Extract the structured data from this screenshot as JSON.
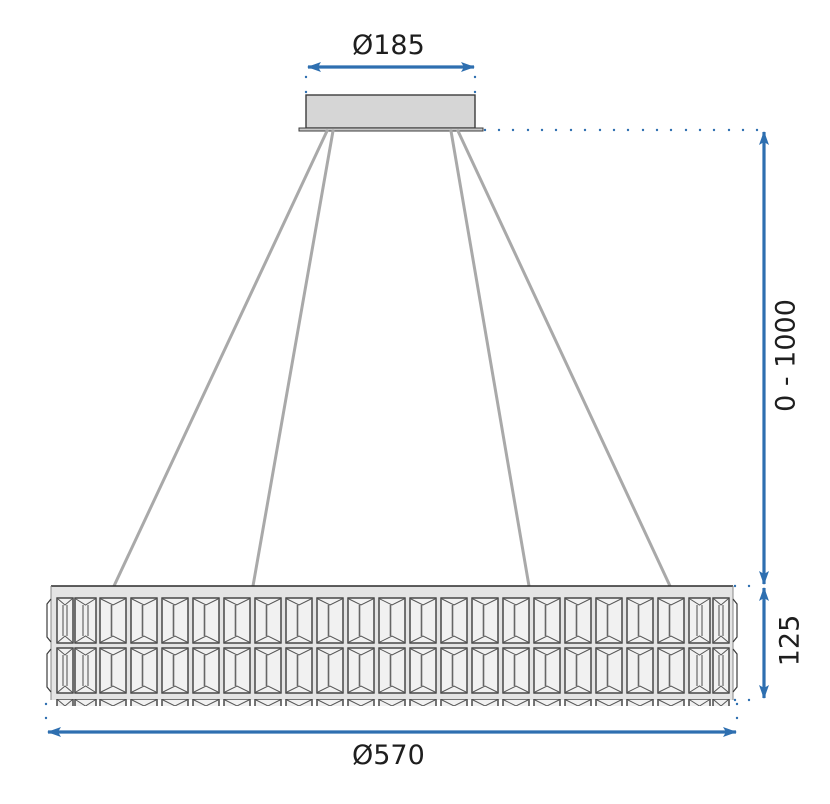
{
  "diagram": {
    "title": "Pendant lamp dimension drawing",
    "colors": {
      "dimension_line": "#2e6fb0",
      "outline": "#3c3c3c",
      "wire": "#a9a9a9",
      "canopy_fill": "#d6d6d6",
      "ring_fill": "#e4e4e4",
      "crystal_fill": "#f1f1f1",
      "text": "#1e1e1e"
    },
    "labels": {
      "canopy_diameter": "Ø185",
      "suspension_length": "0 - 1000",
      "ring_height": "125",
      "ring_diameter": "Ø570"
    },
    "parts": {
      "canopy": {
        "name": "Ceiling canopy",
        "diameter_mm": 185
      },
      "wires": {
        "name": "Suspension wires",
        "count": 4,
        "length_range_mm": "0 - 1000"
      },
      "ring": {
        "name": "Crystal ring shade",
        "diameter_mm": 570,
        "height_mm": 125,
        "crystal_rows": 2,
        "crystals_per_row": 22
      }
    }
  }
}
